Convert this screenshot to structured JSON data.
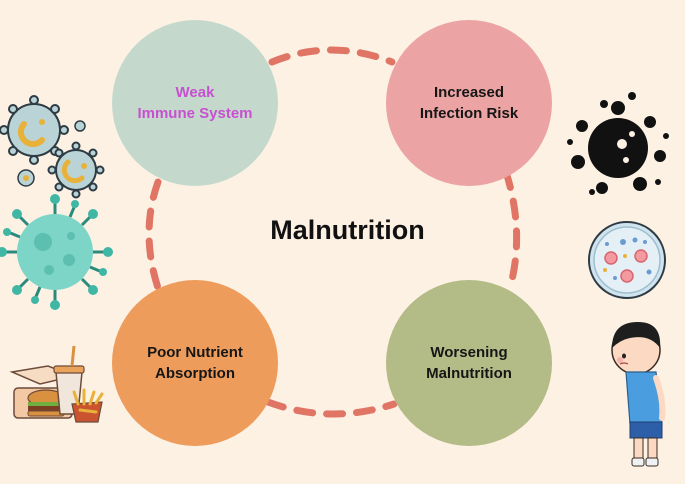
{
  "diagram": {
    "center_title": "Malnutrition",
    "nodes": [
      {
        "id": "weak-immune-system",
        "label": "Weak\nImmune System",
        "fill": "#c4d9cc",
        "text_color": "#c84fd1"
      },
      {
        "id": "increased-infection-risk",
        "label": "Increased\nInfection Risk",
        "fill": "#eba3a3",
        "text_color": "#161616"
      },
      {
        "id": "worsening-malnutrition",
        "label": "Worsening\nMalnutrition",
        "fill": "#b3bb87",
        "text_color": "#161616"
      },
      {
        "id": "poor-nutrient-absorption",
        "label": "Poor Nutrient\nAbsorption",
        "fill": "#ee9c5b",
        "text_color": "#161616"
      }
    ],
    "connector_color": "#e07565",
    "background": "#fdf1e4"
  },
  "icons": [
    {
      "id": "bacteria-icon",
      "color": "#b9d3d6"
    },
    {
      "id": "virus-icon",
      "color": "#7cd5c6"
    },
    {
      "id": "germ-splat-icon",
      "color": "#111111"
    },
    {
      "id": "petri-dish-icon",
      "color": "#cfe4ef"
    },
    {
      "id": "fast-food-icon",
      "color": "#f2c9a4"
    },
    {
      "id": "sick-child-icon",
      "color": "#4a9ee0"
    }
  ]
}
